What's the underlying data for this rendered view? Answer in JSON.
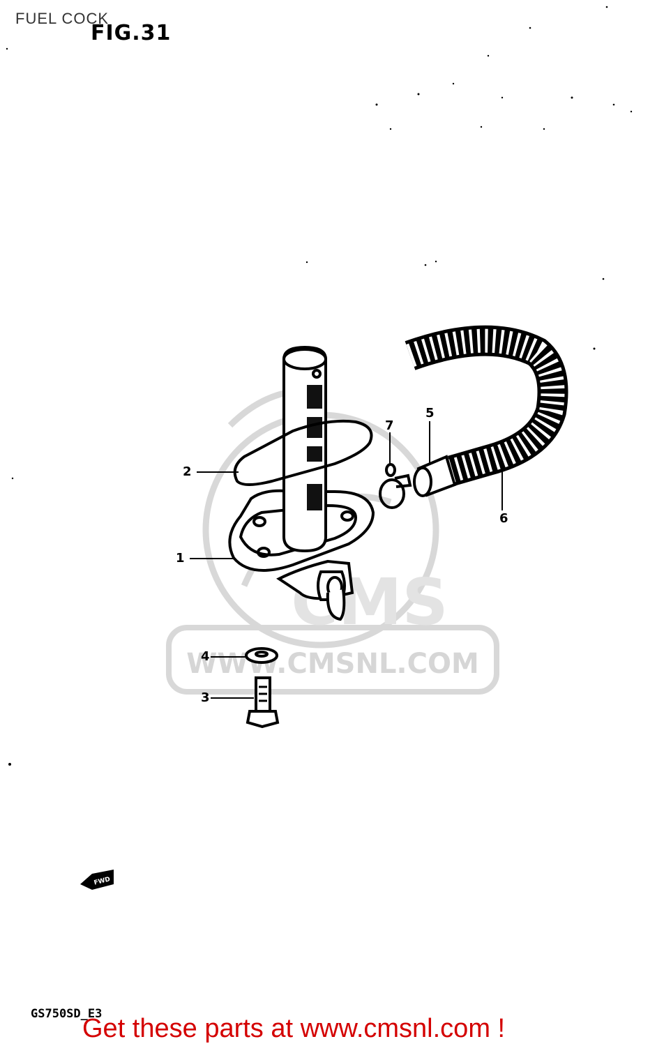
{
  "header": {
    "title": "FUEL COCK",
    "figure_label": "FIG.31"
  },
  "watermark": {
    "text": "WWW.CMSNL.COM",
    "logo_letters": "CMS"
  },
  "callouts": [
    {
      "id": "1",
      "label": "1"
    },
    {
      "id": "2",
      "label": "2"
    },
    {
      "id": "3",
      "label": "3"
    },
    {
      "id": "4",
      "label": "4"
    },
    {
      "id": "5",
      "label": "5"
    },
    {
      "id": "6",
      "label": "6"
    },
    {
      "id": "7",
      "label": "7"
    }
  ],
  "direction_marker": {
    "text": "FWD",
    "icon": "forward-arrow-icon"
  },
  "footer": {
    "model_code": "GS750SD_E3",
    "cta_text": "Get these parts at www.cmsnl.com !"
  },
  "colors": {
    "ink": "#000000",
    "watermark": "#d8d8d8",
    "cta": "#d40000"
  }
}
